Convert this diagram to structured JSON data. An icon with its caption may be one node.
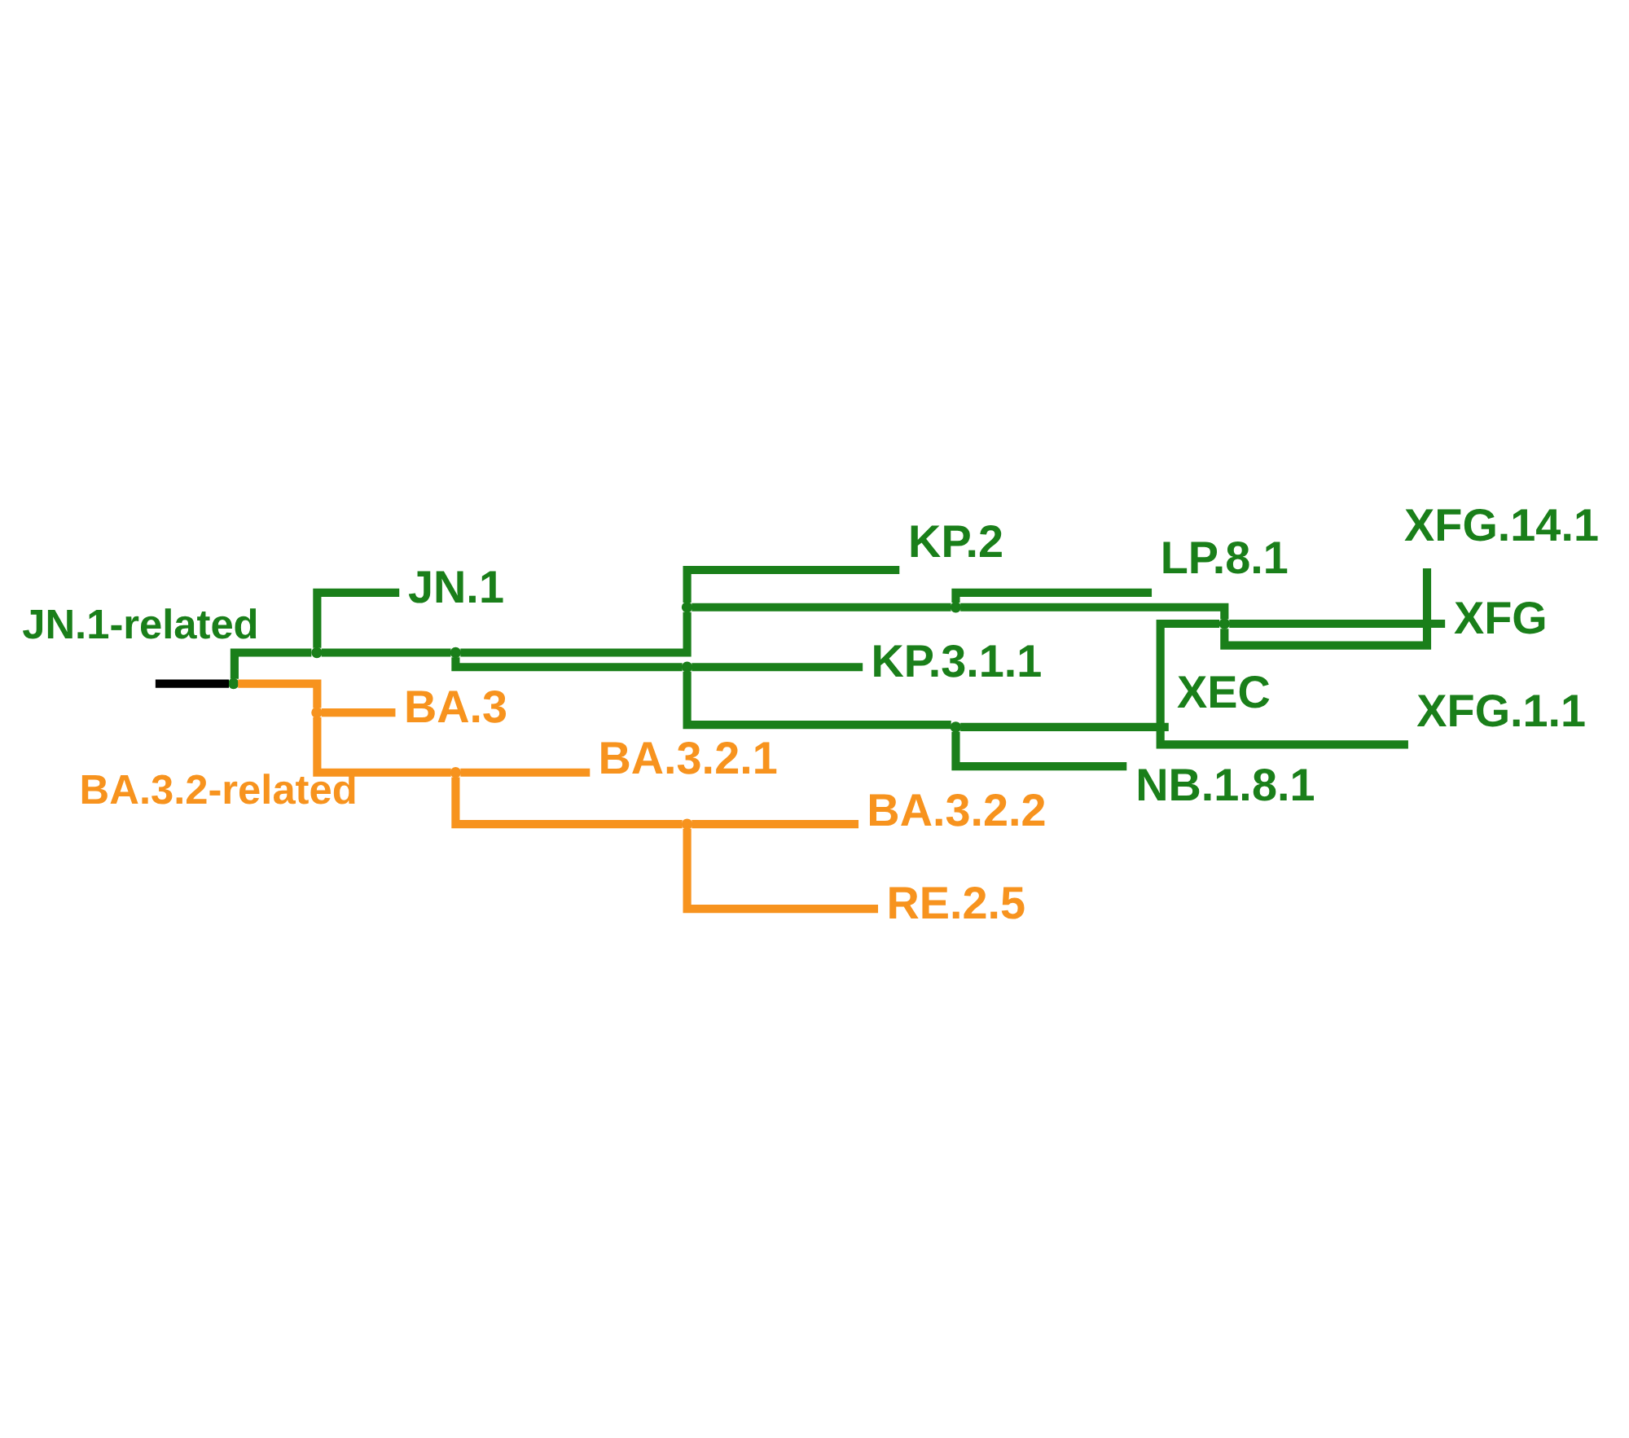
{
  "diagram": {
    "nodes": [
      {
        "text": [
          "XFG.14.1"
        ]
      },
      {
        "text": [
          "XFG"
        ]
      },
      {
        "text": [
          "XFG.1.1"
        ]
      },
      {
        "text": [
          "LP.8.1"
        ]
      },
      {
        "text": [
          "KP.2"
        ]
      },
      {
        "text": [
          "XEC"
        ]
      },
      {
        "text": [
          "NB.1.8.1"
        ]
      },
      {
        "text": [
          "KP.3.1.1"
        ]
      },
      {
        "text": [
          "JN.1"
        ]
      },
      {
        "text": [
          "BA.3.2.2"
        ]
      },
      {
        "text": [
          "RE.2.5"
        ]
      },
      {
        "text": [
          "BA.3.2.1"
        ]
      },
      {
        "text": [
          "BA.3"
        ]
      },
      {
        "text": [],
        "shape": "point"
      },
      {
        "text": [],
        "shape": "point"
      },
      {
        "text": [],
        "shape": "point"
      },
      {
        "text": [],
        "shape": "point"
      },
      {
        "text": [],
        "shape": "point"
      },
      {
        "text": [],
        "shape": "point"
      },
      {
        "text": [],
        "shape": "point"
      },
      {
        "text": [],
        "shape": "point"
      },
      {
        "text": [],
        "shape": "point"
      },
      {
        "text": [],
        "shape": "point"
      },
      {
        "text": [],
        "shape": "point"
      }
    ],
    "edges": [
      {
        "from": null,
        "to": 13,
        "arrow": "none",
        "color": "#000000"
      },
      {
        "from": 13,
        "to": 14,
        "arrow": "none",
        "label": "JN.1-related"
      },
      {
        "from": 14,
        "to": 8,
        "arrow": "none"
      },
      {
        "from": 14,
        "to": 15,
        "arrow": "none"
      },
      {
        "from": 15,
        "to": 16,
        "arrow": "none"
      },
      {
        "from": 15,
        "to": 19,
        "arrow": "none"
      },
      {
        "from": 16,
        "to": 17,
        "arrow": "none"
      },
      {
        "from": 16,
        "to": 4,
        "arrow": "none"
      },
      {
        "from": 17,
        "to": 18,
        "arrow": "none"
      },
      {
        "from": 17,
        "to": 3,
        "arrow": "none"
      },
      {
        "from": 18,
        "to": 0,
        "arrow": "none"
      },
      {
        "from": 18,
        "to": 1,
        "arrow": "none"
      },
      {
        "from": 18,
        "to": 2,
        "arrow": "none"
      },
      {
        "from": 19,
        "to": 20,
        "arrow": "none"
      },
      {
        "from": 19,
        "to": 7,
        "arrow": "none"
      },
      {
        "from": 20,
        "to": 5,
        "arrow": "none"
      },
      {
        "from": 20,
        "to": 6,
        "arrow": "none"
      },
      {
        "from": 13,
        "to": 21,
        "arrow": "none",
        "color": "#f7931e"
      },
      {
        "from": 21,
        "to": 22,
        "arrow": "none",
        "label": "BA.3.2-related",
        "color": "#f7931e"
      },
      {
        "from": 21,
        "to": 12,
        "arrow": "none",
        "color": "#f7931e"
      },
      {
        "from": 22,
        "to": 23,
        "arrow": "none",
        "color": "#f7931e"
      },
      {
        "from": 22,
        "to": 11,
        "arrow": "none",
        "color": "#f7931e"
      },
      {
        "from": 23,
        "to": 9,
        "arrow": "none",
        "color": "#f7931e"
      },
      {
        "from": 23,
        "to": 10,
        "arrow": "none",
        "color": "#f7931e"
      }
    ]
  }
}
